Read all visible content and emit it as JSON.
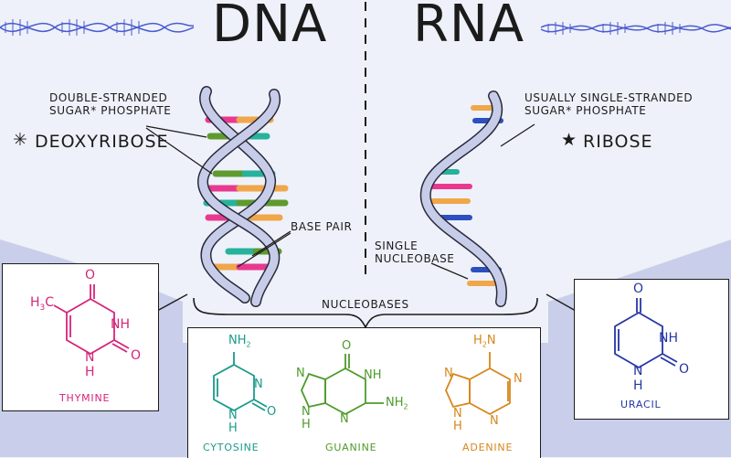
{
  "titles": {
    "dna": "DNA",
    "rna": "RNA"
  },
  "dna_labels": {
    "strand_line1": "DOUBLE-STRANDED",
    "strand_line2": "SUGAR* PHOSPHATE",
    "sugar_symbol": "✳",
    "sugar": "DEOXYRIBOSE",
    "base_pair": "BASE PAIR"
  },
  "rna_labels": {
    "strand_line1": "USUALLY SINGLE-STRANDED",
    "strand_line2": "SUGAR* PHOSPHATE",
    "sugar_symbol": "★",
    "sugar": "RIBOSE",
    "nucleobase_line1": "SINGLE",
    "nucleobase_line2": "NUCLEOBASE"
  },
  "nucleobases_label": "NUCLEOBASES",
  "molecules": {
    "thymine": {
      "name": "THYMINE",
      "color": "#d6247a",
      "sub_h3c": "H3C",
      "o_top": "O",
      "nh": "NH",
      "o_right": "O",
      "n_h": "N",
      "h": "H"
    },
    "uracil": {
      "name": "URACIL",
      "color": "#2536a6",
      "o_top": "O",
      "nh": "NH",
      "o_right": "O",
      "n_h": "N",
      "h": "H"
    },
    "cytosine": {
      "name": "CYTOSINE",
      "color": "#1a9b8a",
      "nh2": "NH2",
      "n_right": "N",
      "o_right": "O",
      "n_h": "N",
      "h": "H"
    },
    "guanine": {
      "name": "GUANINE",
      "color": "#4e9a2a",
      "o_top": "O",
      "nh": "NH",
      "nh2": "NH2",
      "n_left": "N",
      "n_bottom": "N",
      "n_h": "N",
      "h": "H"
    },
    "adenine": {
      "name": "ADENINE",
      "color": "#d7861c",
      "nh2": "H2N",
      "n_right": "N",
      "n_bottom": "N",
      "n_left": "N",
      "n_h": "N",
      "h": "H"
    }
  },
  "colors": {
    "background": "#eef1f9",
    "bottom_band": "#c9cfea",
    "backbone": "#c7cde9",
    "backbone_outline": "#2a2a3a",
    "pink": "#e8398f",
    "green": "#5f9a2e",
    "teal": "#27b29c",
    "orange": "#f0a64a",
    "blue": "#2d4fbf",
    "helix_banner": "#4a5bd0"
  }
}
